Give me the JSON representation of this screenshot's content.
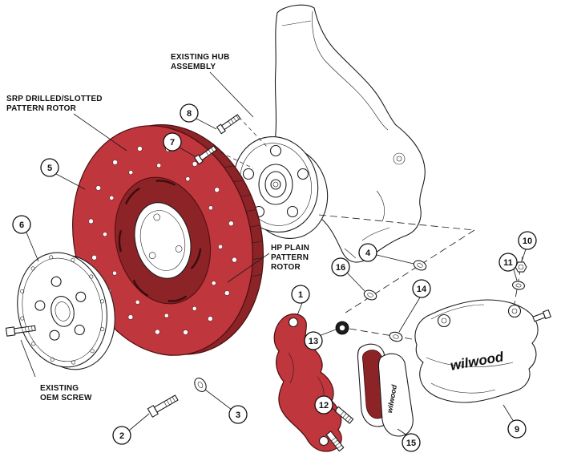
{
  "diagram": {
    "brand_logo": "wilwood",
    "labels": {
      "hub_line1": "EXISTING HUB",
      "hub_line2": "ASSEMBLY",
      "srp_line1": "SRP DRILLED/SLOTTED",
      "srp_line2": "PATTERN ROTOR",
      "hp_line1": "HP PLAIN",
      "hp_line2": "PATTERN",
      "hp_line3": "ROTOR",
      "oem_line1": "EXISTING",
      "oem_line2": "OEM SCREW"
    },
    "callouts": {
      "c1": "1",
      "c2": "2",
      "c3": "3",
      "c4": "4",
      "c5": "5",
      "c6": "6",
      "c7": "7",
      "c8": "8",
      "c9": "9",
      "c10": "10",
      "c11": "11",
      "c12": "12",
      "c13": "13",
      "c14": "14",
      "c15": "15",
      "c16": "16"
    },
    "colors": {
      "rotor_red": "#bf363c",
      "rotor_dark_red": "#8c2327",
      "bracket_red": "#bf363c",
      "pad_red": "#8c2327",
      "line_color": "#1d1d1d",
      "background": "#ffffff"
    }
  }
}
